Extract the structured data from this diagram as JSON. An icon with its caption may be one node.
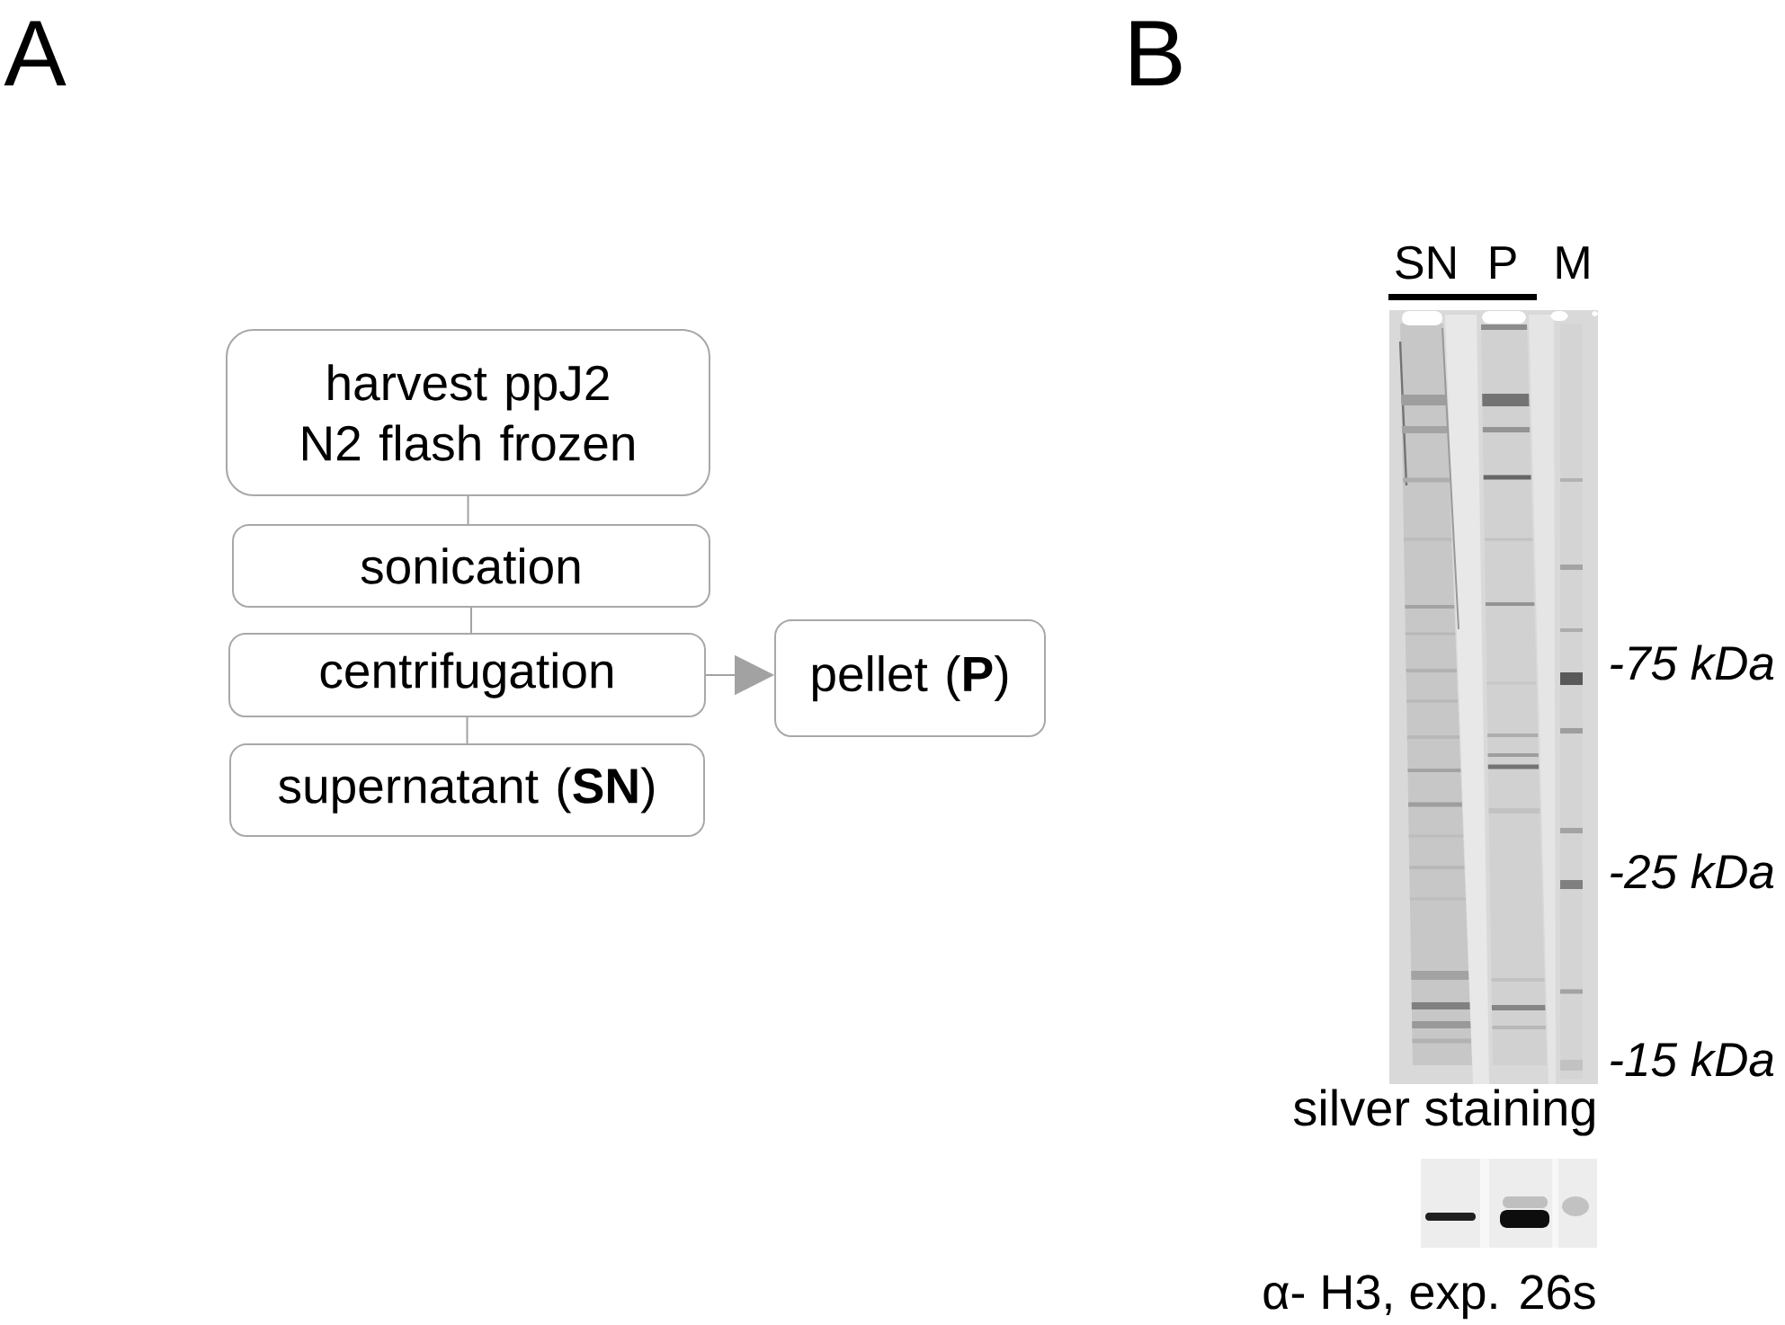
{
  "diagram": {
    "nodes": [
      {
        "text": [
          "harvest ppJ2 N2 flash frozen"
        ]
      },
      {
        "text": [
          "sonication"
        ]
      },
      {
        "text": [
          "centrifugation"
        ]
      },
      {
        "text": [
          "supernatant (**SN**)"
        ]
      },
      {
        "text": [
          "pellet (**P**)"
        ]
      }
    ],
    "edges": [
      {
        "from": 0,
        "to": 1,
        "arrow": "none"
      },
      {
        "from": 1,
        "to": 2,
        "arrow": "none"
      },
      {
        "from": 2,
        "to": 3,
        "arrow": "none"
      },
      {
        "from": 2,
        "to": 4,
        "arrow": "to"
      }
    ],
    "labels": [
      "A",
      "B",
      "SN",
      "P",
      "M",
      "-75 kDa",
      "-25 kDa",
      "-15 kDa",
      "silver staining",
      "α- H3, exp. 26s"
    ]
  }
}
